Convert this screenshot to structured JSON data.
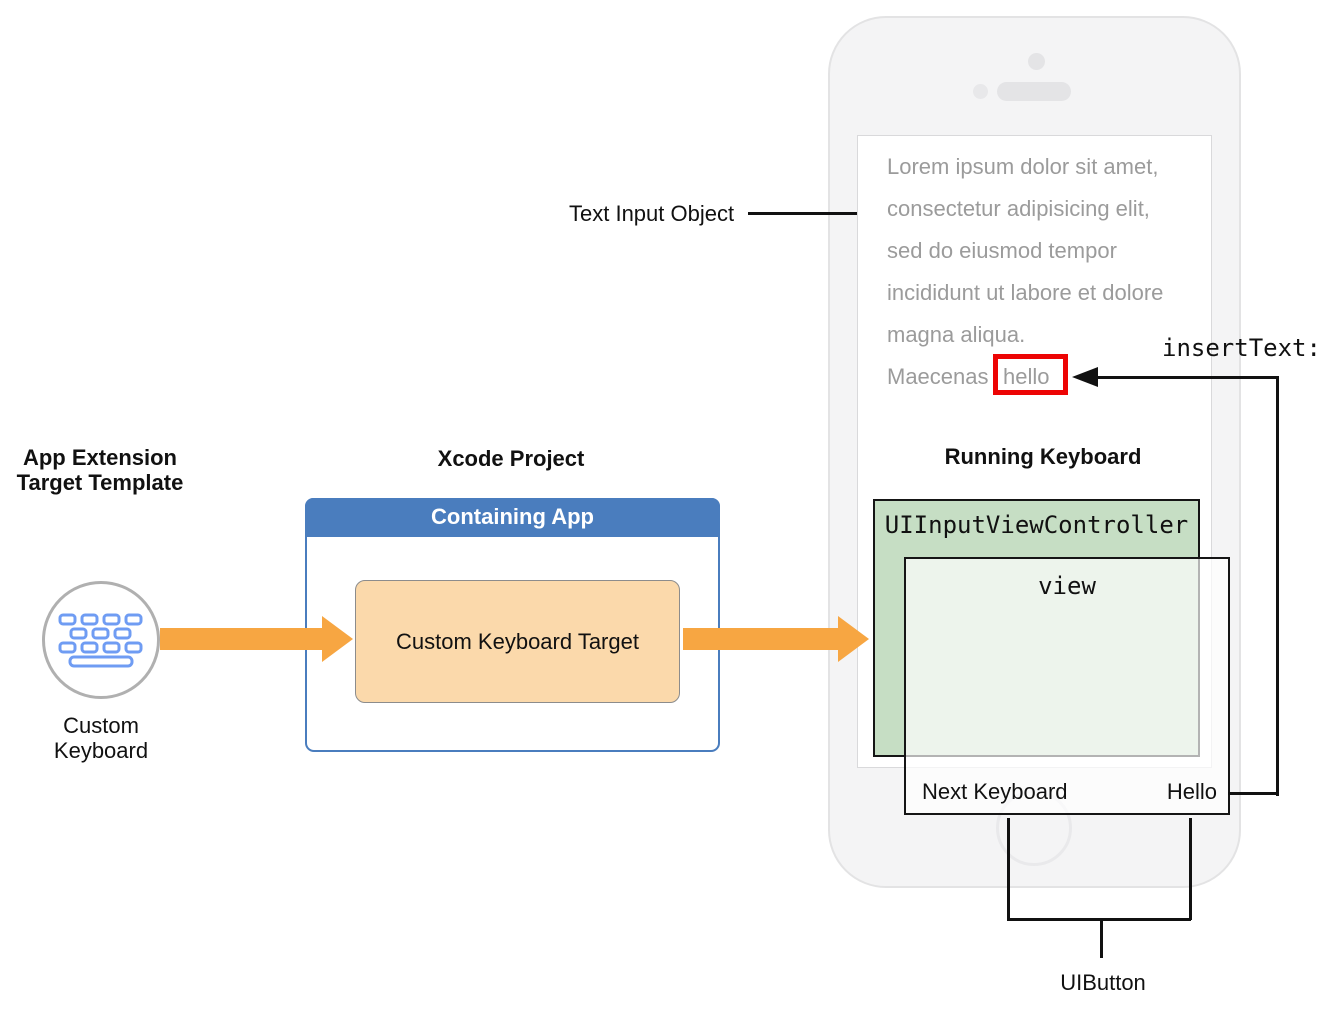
{
  "colors": {
    "accent_orange": "#f7a642",
    "xcode_blue": "#4a7dbe",
    "target_peach": "#fbd9ab",
    "controller_green": "#c6dec4",
    "highlight_red": "#ed0404",
    "phone_gray": "#f4f4f5",
    "placeholder_text_gray": "#9b9b9b"
  },
  "left_panel": {
    "title_line1": "App Extension",
    "title_line2": "Target Template",
    "icon": "keyboard-icon",
    "caption_line1": "Custom",
    "caption_line2": "Keyboard"
  },
  "xcode_project": {
    "title": "Xcode Project",
    "container_label": "Containing App",
    "target_label": "Custom Keyboard Target"
  },
  "phone": {
    "text_lines": [
      "Lorem ipsum dolor sit amet,",
      "consectetur adipisicing elit,",
      "sed do eiusmod tempor",
      "incididunt ut labore et dolore",
      "magna aliqua."
    ],
    "last_line_prefix": "Maecenas",
    "inserted_word": "hello"
  },
  "running_keyboard": {
    "title": "Running Keyboard",
    "controller_label": "UIInputViewController",
    "view_label": "view",
    "next_keyboard_label": "Next Keyboard",
    "hello_label": "Hello"
  },
  "callouts": {
    "text_input_object": "Text Input Object",
    "insert_text_method": "insertText:",
    "uibutton": "UIButton"
  }
}
